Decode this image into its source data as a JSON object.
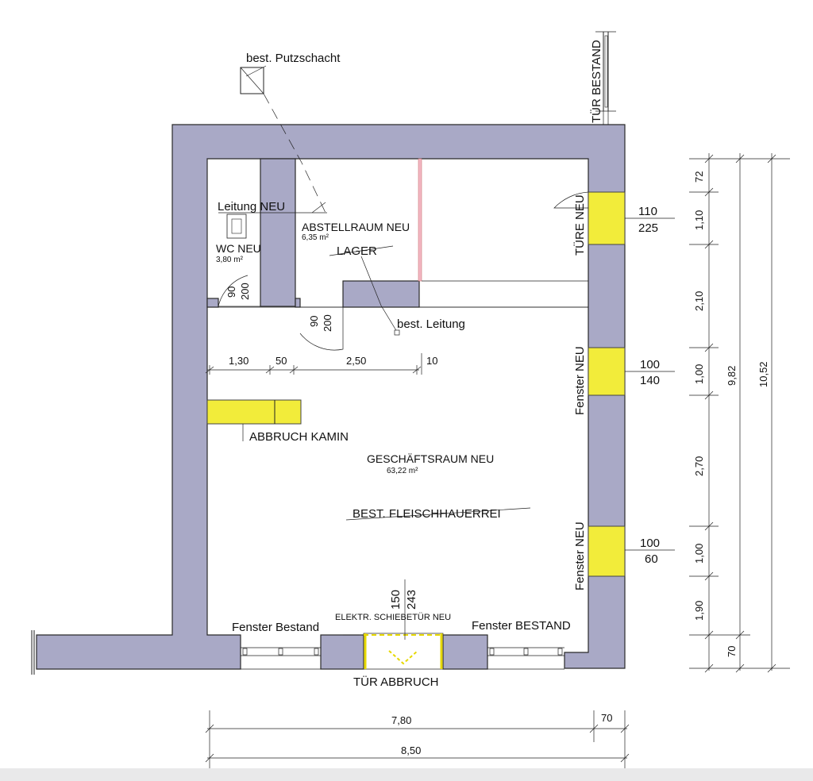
{
  "rooms": {
    "wc": {
      "name": "WC NEU",
      "area": "3,80 m²"
    },
    "storage": {
      "name": "ABSTELLRAUM NEU",
      "area": "6,35 m²",
      "old_use": "LAGER"
    },
    "shop": {
      "name": "GESCHÄFTSRAUM NEU",
      "area": "63,22 m²",
      "old_use": "BEST. FLEISCHHAUERREI"
    }
  },
  "labels": {
    "putzschacht": "best. Putzschacht",
    "tuer_bestand": "TÜR BESTAND",
    "leitung_neu": "Leitung NEU",
    "best_leitung": "best. Leitung",
    "abbruch_kamin": "ABBRUCH KAMIN",
    "tuere_neu": "TÜRE NEU",
    "fenster_neu_1": "Fenster NEU",
    "fenster_neu_2": "Fenster NEU",
    "fenster_bestand_left": "Fenster Bestand",
    "fenster_bestand_right": "Fenster BESTAND",
    "schiebetuer": "ELEKTR. SCHIEBETÜR NEU",
    "tuer_abbruch": "TÜR ABBRUCH"
  },
  "openings": {
    "door_right": {
      "width": "110",
      "height": "225"
    },
    "window_1": {
      "width": "100",
      "height": "140"
    },
    "window_2": {
      "width": "100",
      "height": "60"
    },
    "wc_door": {
      "width": "90",
      "height": "200"
    },
    "storage_door": {
      "width": "90",
      "height": "200"
    },
    "sliding_door": {
      "width": "150",
      "height": "243"
    }
  },
  "dimensions": {
    "interior": [
      "1,30",
      "50",
      "2,50",
      "10"
    ],
    "bottom": {
      "inner": "7,80",
      "wall": "70",
      "total": "8,50"
    },
    "right_chain": [
      "72",
      "1,10",
      "2,10",
      "1,00",
      "2,70",
      "1,00",
      "1,90",
      "70"
    ],
    "right_sum_1": "9,82",
    "right_sum_2": "10,52"
  },
  "colors": {
    "wall": "#a9a9c6",
    "new_element": "#f2ec3a"
  }
}
